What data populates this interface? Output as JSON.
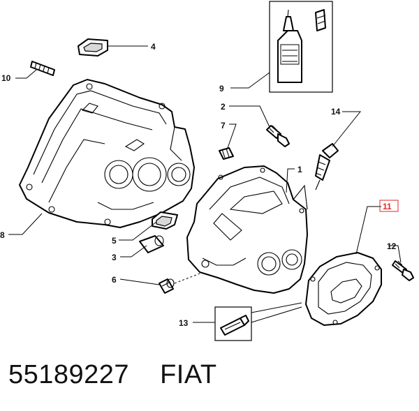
{
  "callouts": [
    {
      "id": "c1",
      "label": "1"
    },
    {
      "id": "c2",
      "label": "2"
    },
    {
      "id": "c3",
      "label": "3"
    },
    {
      "id": "c4",
      "label": "4"
    },
    {
      "id": "c5",
      "label": "5"
    },
    {
      "id": "c6",
      "label": "6"
    },
    {
      "id": "c7",
      "label": "7"
    },
    {
      "id": "c8",
      "label": "8"
    },
    {
      "id": "c9",
      "label": "9"
    },
    {
      "id": "c10",
      "label": "10"
    },
    {
      "id": "c11",
      "label": "11",
      "highlighted": true
    },
    {
      "id": "c12",
      "label": "12"
    },
    {
      "id": "c13",
      "label": "13"
    },
    {
      "id": "c14",
      "label": "14"
    }
  ],
  "footer": {
    "part_number": "55189227",
    "brand": "FIAT"
  },
  "bottle_text": "",
  "colors": {
    "highlight": "#e0262b",
    "line": "#000000"
  }
}
